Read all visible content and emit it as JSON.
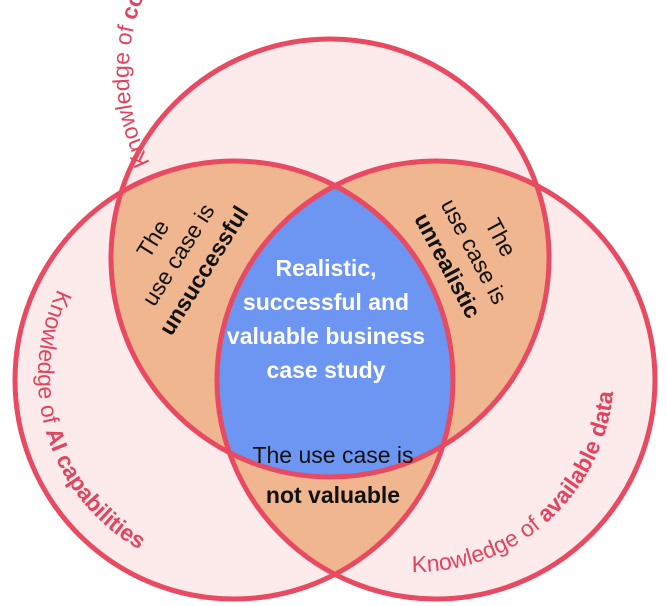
{
  "circles": {
    "pain_points": {
      "prefix": "Knowledge of ",
      "emphasis": "company pain points"
    },
    "ai_capabilities": {
      "prefix": "Knowledge of ",
      "emphasis": "AI capabilities"
    },
    "available_data": {
      "prefix": "Knowledge of ",
      "emphasis": "available data"
    }
  },
  "overlaps": {
    "unsuccessful": {
      "line1": "The",
      "line2": "use case is",
      "emphasis": "unsuccessful"
    },
    "unrealistic": {
      "line1": "The",
      "line2": "use case is",
      "emphasis": "unrealistic"
    },
    "not_valuable": {
      "line1": "The use case is",
      "emphasis": "not valuable"
    }
  },
  "center": {
    "lines": [
      "Realistic,",
      "successful and",
      "valuable business",
      "case study"
    ]
  },
  "colors": {
    "circle_fill": "#fdeaea",
    "circle_stroke": "#e84a62",
    "pair_overlap": "#f0b690",
    "center": "#6c96f2",
    "label_text": "#e04560"
  }
}
